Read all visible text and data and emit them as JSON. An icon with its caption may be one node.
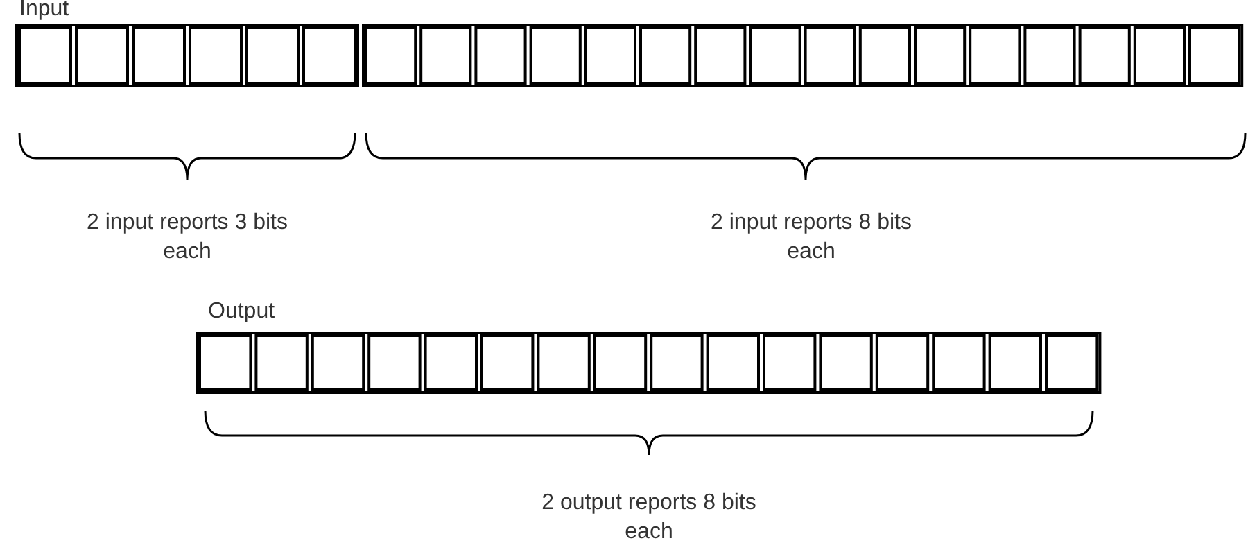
{
  "diagram": {
    "labels": [
      "Input",
      "2 input reports 3 bits each",
      "2 input reports 8 bits each",
      "Output",
      "2 output reports 8 bits each"
    ]
  }
}
